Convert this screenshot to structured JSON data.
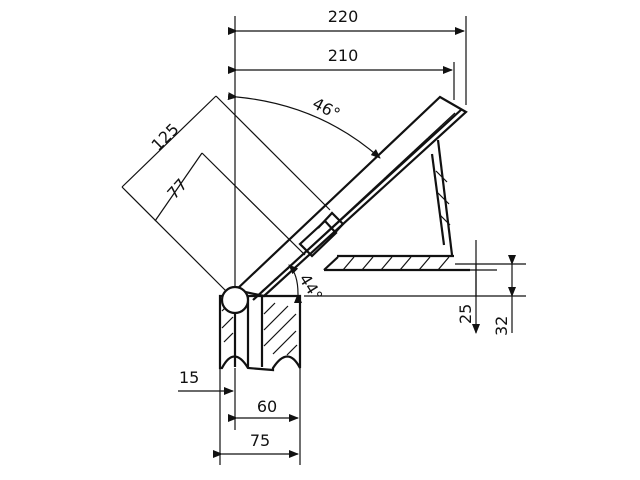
{
  "dimensions": {
    "top_width": "220",
    "inner_width": "210",
    "angle_upper": "46°",
    "angle_lower": "44°",
    "length_125": "125",
    "length_77": "77",
    "height_25": "25",
    "height_32": "32",
    "base_15": "15",
    "base_60": "60",
    "base_75": "75"
  },
  "colors": {
    "line": "#111111",
    "background": "#ffffff"
  }
}
